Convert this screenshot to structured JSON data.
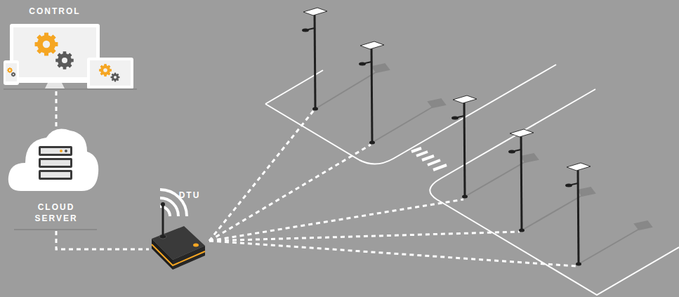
{
  "diagram": {
    "nodes": [
      {
        "text": [
          "CONTROL"
        ]
      },
      {
        "text": [
          "CLOUD SERVER"
        ]
      },
      {
        "text": [
          "DTU"
        ]
      }
    ],
    "edges": [
      {
        "from": 0,
        "to": 1,
        "arrow": "none"
      },
      {
        "from": 1,
        "to": 2,
        "arrow": "none"
      }
    ]
  }
}
